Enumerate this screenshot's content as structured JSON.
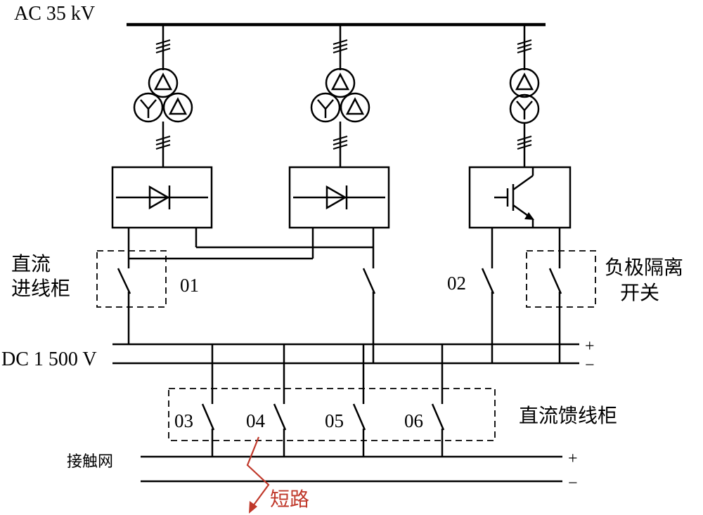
{
  "labels": {
    "ac_bus": "AC 35 kV",
    "dc_bus": "DC 1 500 V",
    "dc_incoming_cabinet_line1": "直流",
    "dc_incoming_cabinet_line2": "进线柜",
    "negative_isolating_switch_line1": "负极隔离",
    "negative_isolating_switch_line2": "开关",
    "dc_feeder_cabinet": "直流馈线柜",
    "catenary": "接触网",
    "short_circuit": "短路"
  },
  "switch_numbers": [
    "01",
    "02",
    "03",
    "04",
    "05",
    "06"
  ],
  "signs": {
    "plus": "+",
    "minus": "−"
  },
  "colors": {
    "line": "#000000",
    "fault": "#c0392b"
  }
}
